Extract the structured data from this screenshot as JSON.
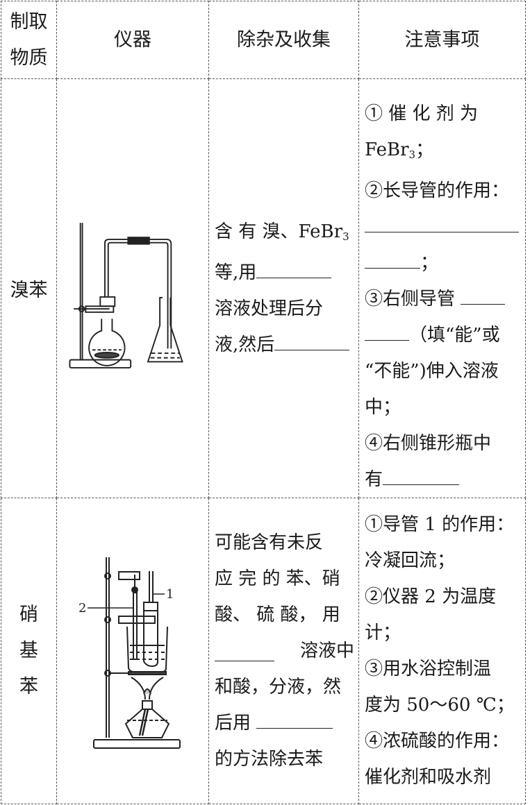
{
  "header": {
    "col1": [
      "制取",
      "物质"
    ],
    "col2": "仪器",
    "col3": "除杂及收集",
    "col4": "注意事项"
  },
  "rows": [
    {
      "substance": "溴苯",
      "apparatus_icon": "bromobenzene-apparatus-diagram",
      "purification": {
        "l1": "含 有 溴、FeBr",
        "l1_sub": "3",
        "l2": "等,用",
        "l3": "溶液处理后分",
        "l4": "液,然后"
      },
      "notes": {
        "n1a": "① 催 化 剂 为",
        "n1b": "FeBr",
        "n1b_sub": "3",
        "n1b_tail": "；",
        "n2": "②长导管的作用：",
        "n2_end": "；",
        "n3a": "③右侧导管",
        "n3b": "（填“能”或",
        "n3c": "“不能”)伸入溶液",
        "n3d": "中；",
        "n4a": "④右侧锥形瓶中",
        "n4b": "有"
      }
    },
    {
      "substance": [
        "硝",
        "基",
        "苯"
      ],
      "apparatus_icon": "nitrobenzene-apparatus-diagram",
      "apparatus_labels": {
        "tube": "1",
        "thermometer": "2"
      },
      "purification": {
        "l1": "可能含有未反",
        "l2": "应 完 的 苯、硝",
        "l3": "酸、 硫 酸， 用",
        "l4": "溶液中",
        "l5": "和酸，分液，然",
        "l6": "后用",
        "l7": "的方法除去苯"
      },
      "notes": {
        "n1a": "①导管 1 的作用：",
        "n1b": "冷凝回流；",
        "n2a": "②仪器 2 为温度",
        "n2b": "计；",
        "n3a": "③用水浴控制温",
        "n3b": "度为 50～60 ℃；",
        "n4a": "④浓硫酸的作用：",
        "n4b": "催化剂和吸水剂"
      }
    }
  ]
}
